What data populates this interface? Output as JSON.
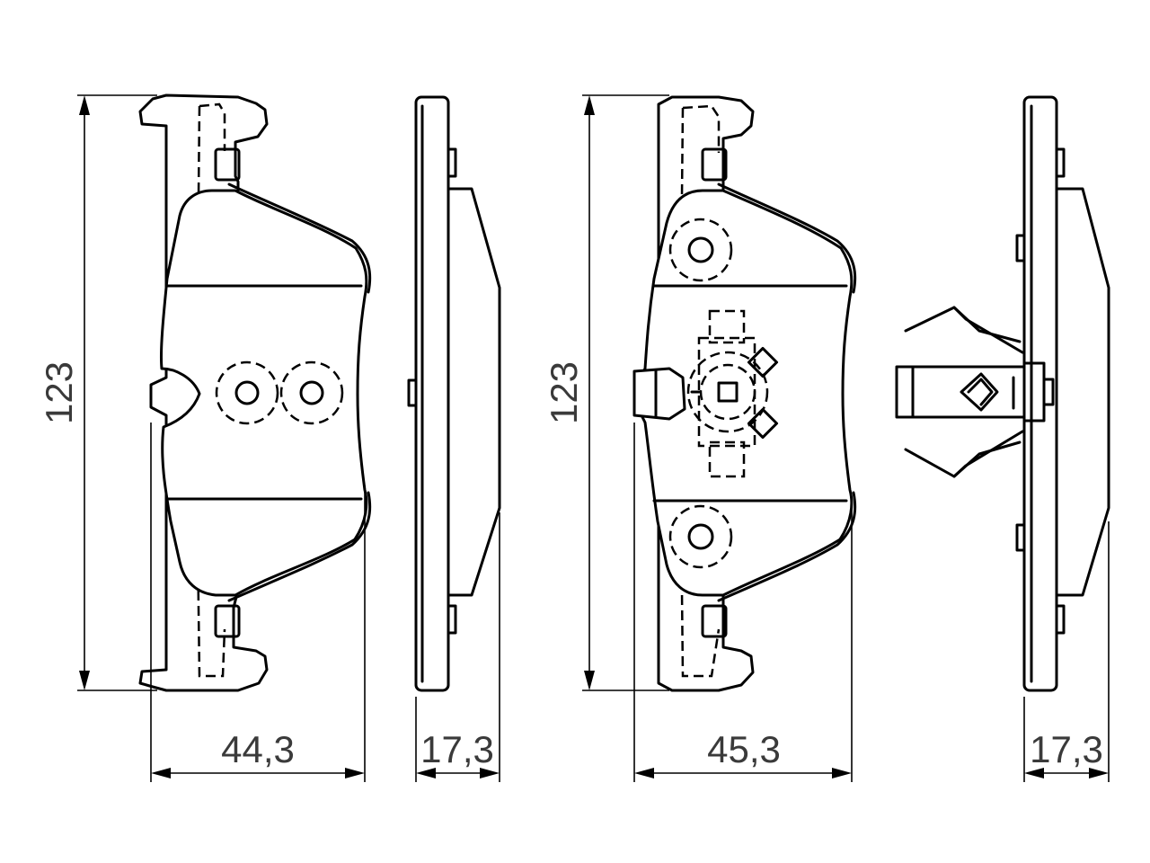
{
  "drawing": {
    "line_color": "#000000",
    "text_color": "#3a3a3a",
    "background": "#ffffff"
  },
  "dimensions": {
    "pad1_height": "123",
    "pad1_width": "44,3",
    "pad1_thickness": "17,3",
    "pad2_height": "123",
    "pad2_width": "45,3",
    "pad2_thickness": "17,3"
  }
}
